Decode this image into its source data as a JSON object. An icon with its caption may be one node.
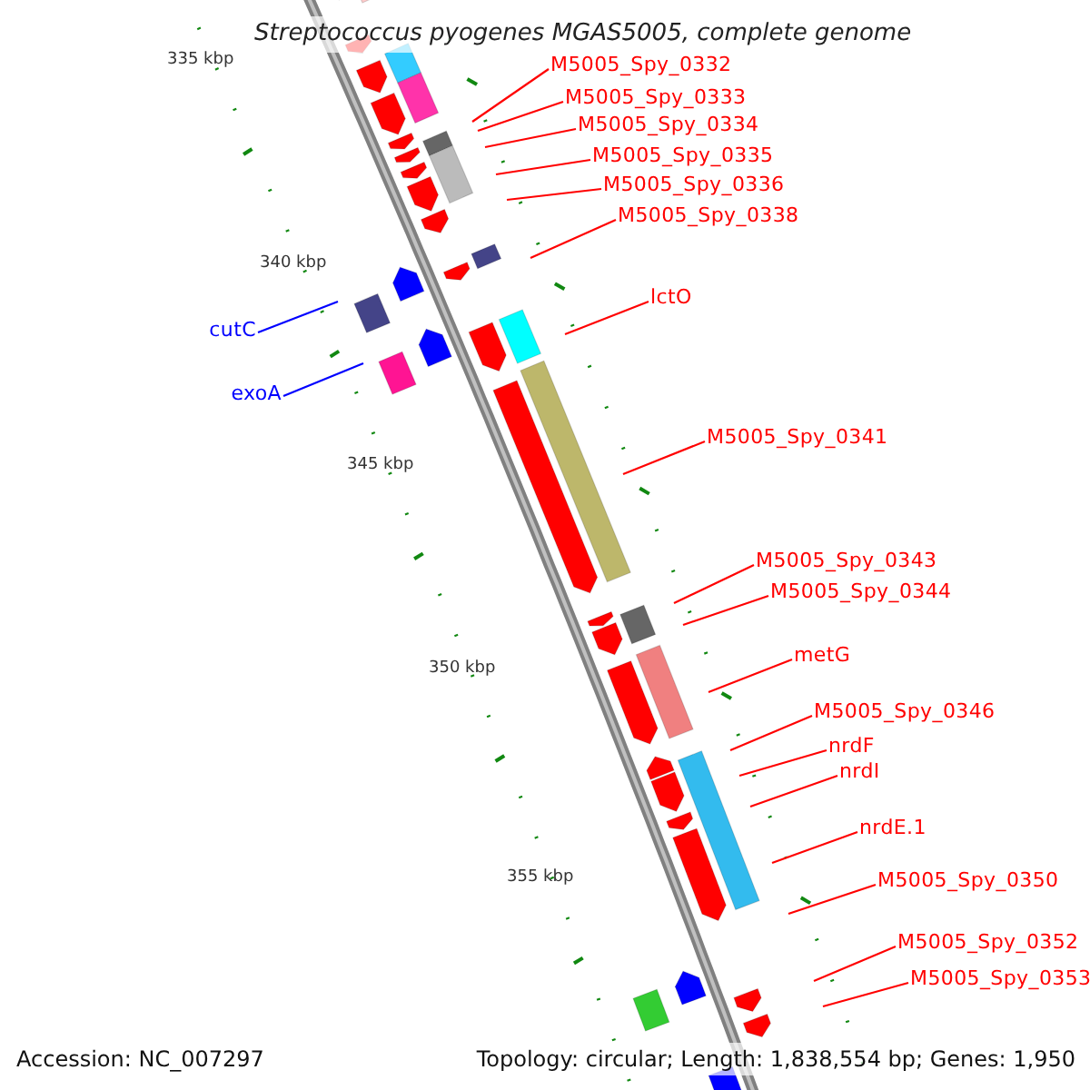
{
  "diagram": {
    "title": "Streptococcus pyogenes MGAS5005, complete genome",
    "nodes": [
      {
        "text": [
          "M5005_Spy_0332"
        ]
      },
      {
        "text": [
          "M5005_Spy_0333"
        ]
      },
      {
        "text": [
          "M5005_Spy_0334"
        ]
      },
      {
        "text": [
          "M5005_Spy_0335"
        ]
      },
      {
        "text": [
          "M5005_Spy_0336"
        ]
      },
      {
        "text": [
          "M5005_Spy_0338"
        ]
      },
      {
        "text": [
          "lctO"
        ]
      },
      {
        "text": [
          "cutC"
        ]
      },
      {
        "text": [
          "exoA"
        ]
      },
      {
        "text": [
          "M5005_Spy_0341"
        ]
      },
      {
        "text": [
          "M5005_Spy_0343"
        ]
      },
      {
        "text": [
          "M5005_Spy_0344"
        ]
      },
      {
        "text": [
          "metG"
        ]
      },
      {
        "text": [
          "M5005_Spy_0346"
        ]
      },
      {
        "text": [
          "nrdF"
        ]
      },
      {
        "text": [
          "nrdI"
        ]
      },
      {
        "text": [
          "nrdE.1"
        ]
      },
      {
        "text": [
          "M5005_Spy_0350"
        ]
      },
      {
        "text": [
          "M5005_Spy_0352"
        ]
      },
      {
        "text": [
          "M5005_Spy_0353"
        ]
      }
    ],
    "edges": [
      {
        "from": 0,
        "to": null,
        "arrow": "none"
      },
      {
        "from": 1,
        "to": null,
        "arrow": "none"
      },
      {
        "from": 2,
        "to": null,
        "arrow": "none"
      },
      {
        "from": 3,
        "to": null,
        "arrow": "none"
      },
      {
        "from": 4,
        "to": null,
        "arrow": "none"
      },
      {
        "from": 5,
        "to": null,
        "arrow": "none"
      },
      {
        "from": 6,
        "to": null,
        "arrow": "none"
      },
      {
        "from": 7,
        "to": null,
        "arrow": "none",
        "color": "#0000ff"
      },
      {
        "from": 8,
        "to": null,
        "arrow": "none",
        "color": "#0000ff"
      },
      {
        "from": 9,
        "to": null,
        "arrow": "none"
      },
      {
        "from": 10,
        "to": null,
        "arrow": "none"
      },
      {
        "from": 11,
        "to": null,
        "arrow": "none"
      },
      {
        "from": 12,
        "to": null,
        "arrow": "none"
      },
      {
        "from": 13,
        "to": null,
        "arrow": "none"
      },
      {
        "from": 14,
        "to": null,
        "arrow": "none"
      },
      {
        "from": 15,
        "to": null,
        "arrow": "none"
      },
      {
        "from": 16,
        "to": null,
        "arrow": "none"
      },
      {
        "from": 17,
        "to": null,
        "arrow": "none"
      },
      {
        "from": 18,
        "to": null,
        "arrow": "none"
      },
      {
        "from": 19,
        "to": null,
        "arrow": "none"
      }
    ],
    "labels": [
      "335 kbp",
      "340 kbp",
      "345 kbp",
      "350 kbp",
      "355 kbp",
      "Accession: NC_007297",
      "Topology: circular; Length: 1,838,554 bp; Genes: 1,950"
    ]
  }
}
